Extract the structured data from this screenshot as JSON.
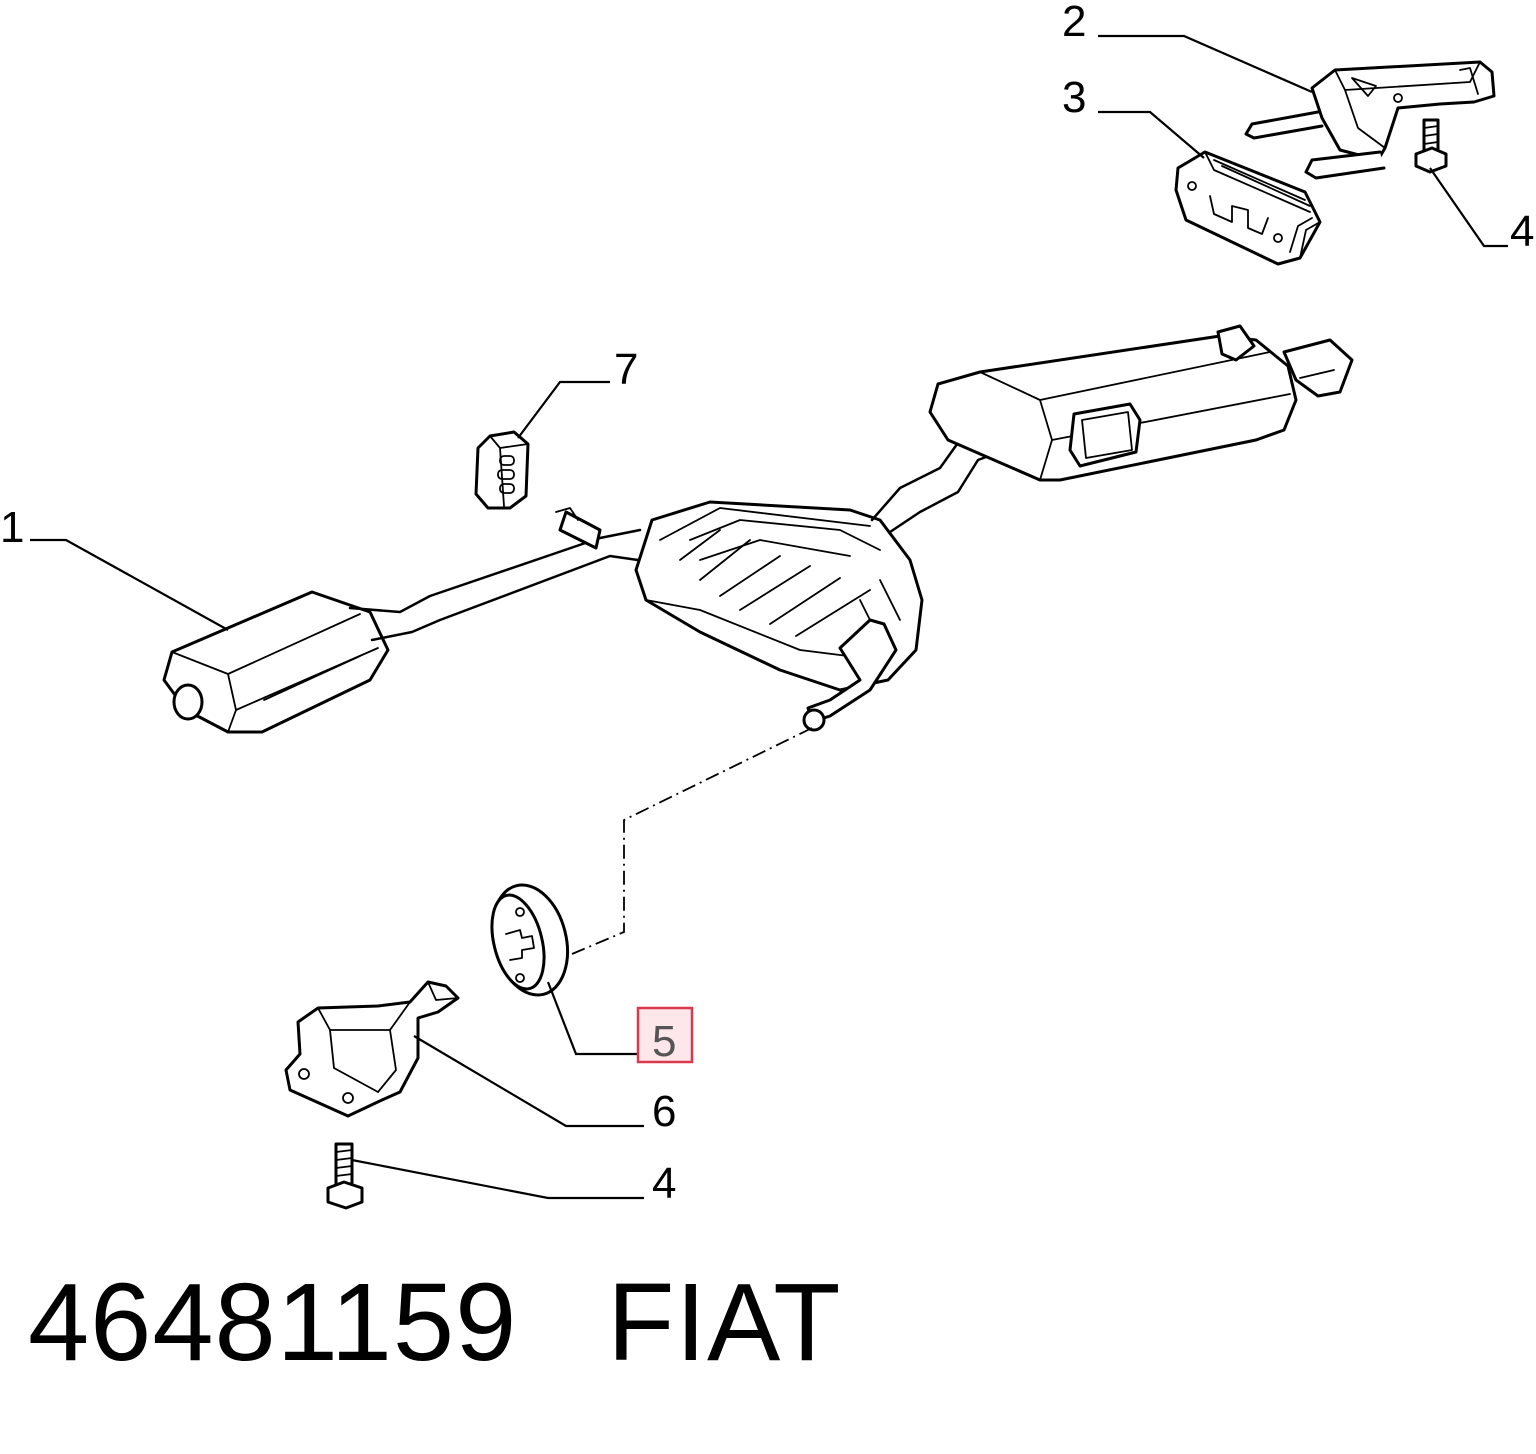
{
  "callouts": {
    "c1": "1",
    "c2": "2",
    "c3": "3",
    "c4_top": "4",
    "c5": "5",
    "c6": "6",
    "c4_bottom": "4",
    "c7": "7"
  },
  "highlight": {
    "part": "5",
    "fill": "#fde7ea",
    "stroke": "#d9394b"
  },
  "footer": {
    "part_number": "46481159",
    "brand": "FIAT"
  }
}
